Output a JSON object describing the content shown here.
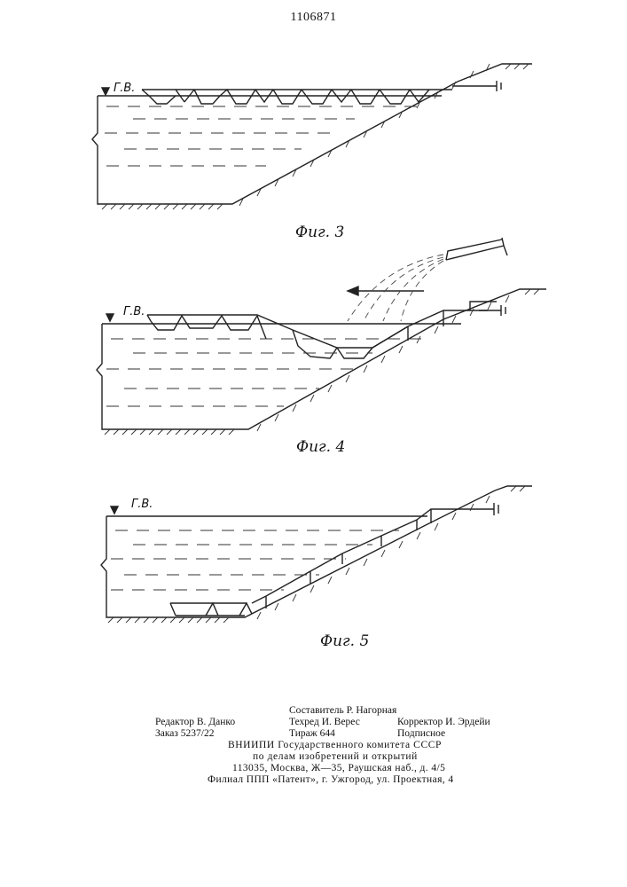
{
  "patent_number": "1106871",
  "figures": [
    {
      "caption": "Фиг. 3",
      "water_level_label": "Г.В."
    },
    {
      "caption": "Фиг. 4",
      "water_level_label": "Г.В."
    },
    {
      "caption": "Фиг. 5",
      "water_level_label": "Г.В."
    }
  ],
  "imprint": {
    "compiler": "Составитель Р. Нагорная",
    "editor": "Редактор В. Данко",
    "techred": "Техред И. Верес",
    "corrector": "Корректор И. Эрдейи",
    "order": "Заказ 5237/22",
    "print_run": "Тираж 644",
    "subscription": "Подписное",
    "institute": "ВНИИПИ Государственного комитета СССР",
    "institute_line2": "по делам изобретений и открытий",
    "address": "113035, Москва, Ж—35, Раушская наб., д. 4/5",
    "branch": "Филиал ППП «Патент», г. Ужгород, ул. Проектная, 4"
  }
}
